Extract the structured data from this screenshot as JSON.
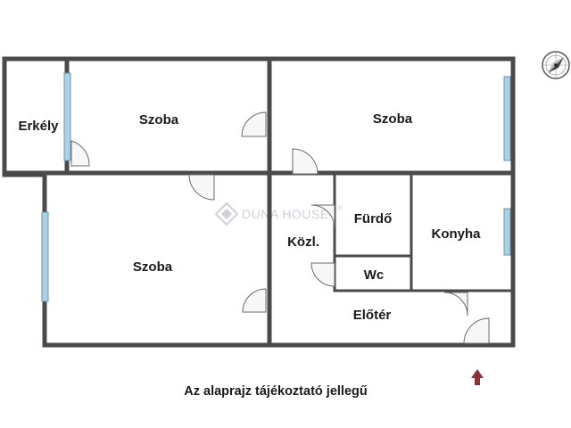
{
  "rooms": {
    "erkely": "Erkély",
    "szoba_top_left": "Szoba",
    "szoba_top_right": "Szoba",
    "szoba_bottom": "Szoba",
    "furdo": "Fürdő",
    "konyha": "Konyha",
    "kozl": "Közl.",
    "wc": "Wc",
    "eloter": "Előtér"
  },
  "caption": "Az alaprajz tájékoztató jellegű",
  "watermark": {
    "brand": "DUNA HOUSE",
    "mark": "®"
  },
  "icons": {
    "compass": "compass-icon",
    "entrance": "entrance-arrow-icon",
    "watermark_logo": "duna-house-logo-icon"
  },
  "colors": {
    "wall": "#4a4a4a",
    "window": "#a9d2e6",
    "entrance_arrow": "#8c2f39",
    "watermark": "#c9ccd3"
  }
}
